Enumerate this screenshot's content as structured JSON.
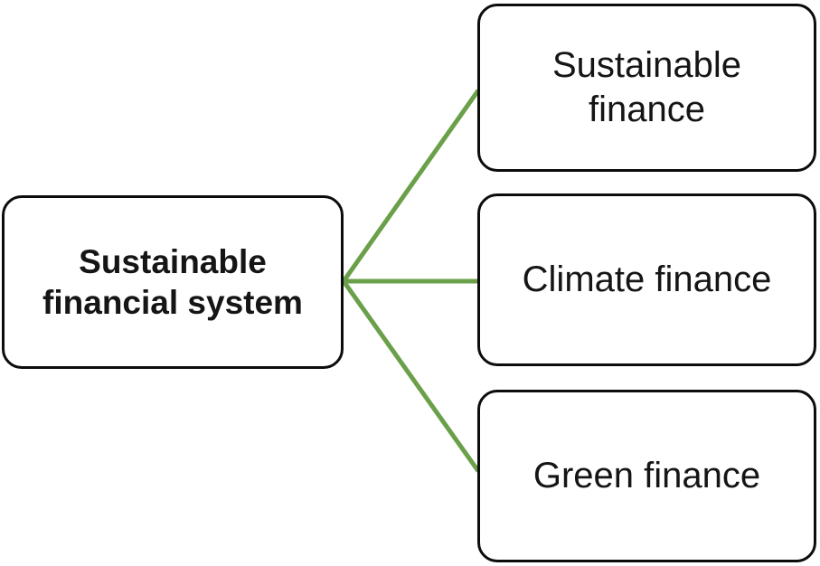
{
  "diagram": {
    "root": {
      "label": "Sustainable financial system"
    },
    "children": [
      {
        "label": "Sustainable finance"
      },
      {
        "label": "Climate finance"
      },
      {
        "label": "Green finance"
      }
    ],
    "connector_color": "#6BA04A",
    "node_border_color": "#0c0c0c",
    "node_fill_color": "#ffffff",
    "text_color": "#151515"
  }
}
